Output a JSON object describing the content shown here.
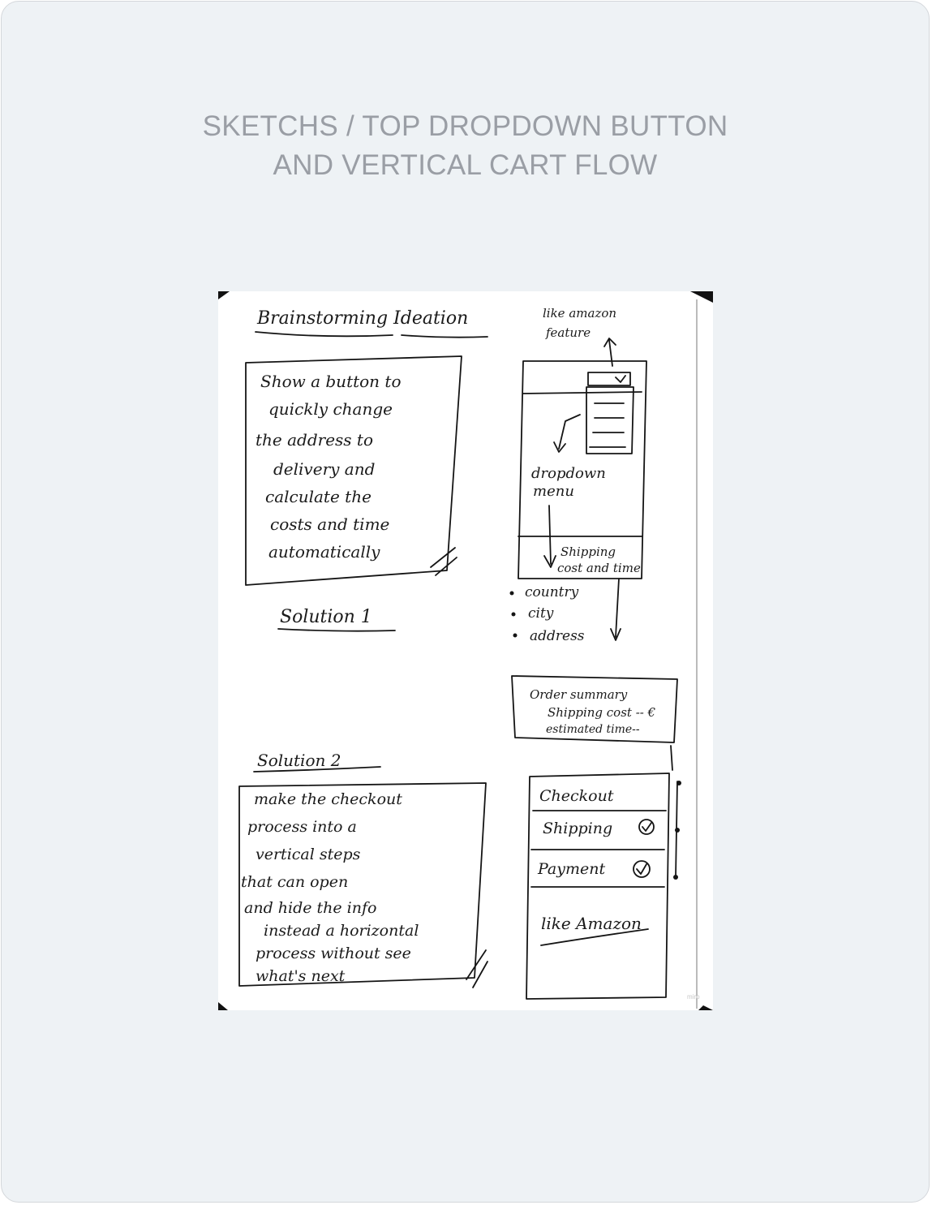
{
  "page": {
    "title_lines": [
      "SKETCHS / TOP DROPDOWN BUTTON",
      "AND VERTICAL CART FLOW"
    ]
  },
  "sketch": {
    "heading": "Brainstorming Ideation",
    "solution1": {
      "label": "Solution 1",
      "text_lines": [
        "Show a button to",
        "quickly change",
        "the address to",
        "delivery and",
        "calculate the",
        "costs and time",
        "automatically"
      ]
    },
    "solution2": {
      "label": "Solution 2",
      "text_lines": [
        "make the checkout",
        "process into a",
        "vertical steps",
        "that can open",
        "and hide the info",
        "instead a horizontal",
        "process without see",
        "what's next"
      ]
    },
    "wireframe1": {
      "note_lines": [
        "like amazon",
        "feature"
      ],
      "dropdown_label_lines": [
        "dropdown",
        "menu"
      ],
      "shipping_label_lines": [
        "Shipping",
        "cost and time"
      ],
      "bullets": [
        "country",
        "city",
        "address"
      ]
    },
    "order_summary": {
      "lines": [
        "Order summary",
        "Shipping cost -- €",
        "estimated time--"
      ]
    },
    "wireframe2": {
      "rows": [
        "Checkout",
        "Shipping",
        "Payment"
      ],
      "note": "like Amazon"
    },
    "watermark": "miro"
  }
}
